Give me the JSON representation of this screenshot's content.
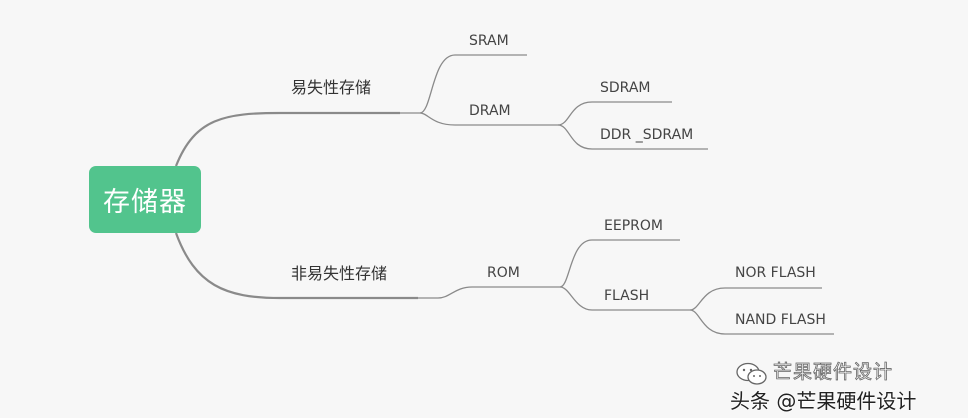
{
  "mindmap": {
    "root": "存储器",
    "branches": {
      "volatile": {
        "label": "易失性存储",
        "sram": "SRAM",
        "dram": {
          "label": "DRAM",
          "sdram": "SDRAM",
          "ddr_sdram": "DDR _SDRAM"
        }
      },
      "nonvolatile": {
        "label": "非易失性存储",
        "rom": {
          "label": "ROM",
          "eeprom": "EEPROM",
          "flash": {
            "label": "FLASH",
            "nor": "NOR FLASH",
            "nand": "NAND FLASH"
          }
        }
      }
    }
  },
  "watermark": {
    "account": "芒果硬件设计",
    "credit": "头条 @芒果硬件设计",
    "icon": "wechat-public-account-icon"
  }
}
